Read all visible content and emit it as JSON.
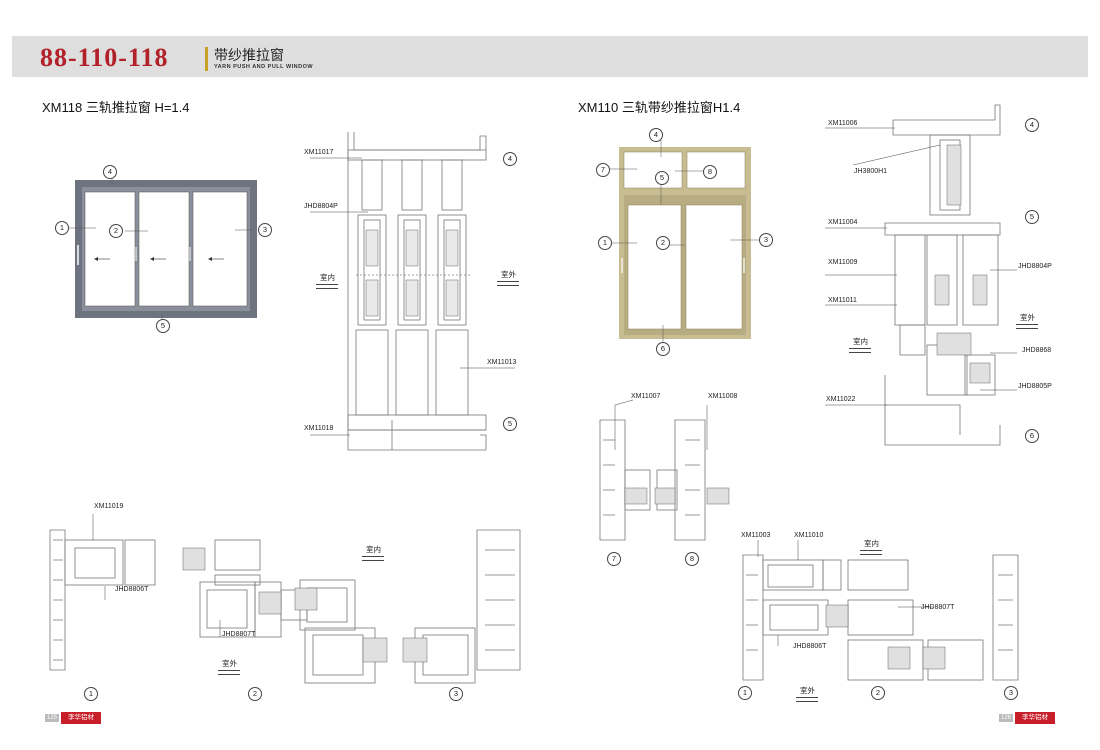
{
  "header": {
    "series": "88-110-118",
    "title_cn": "带纱推拉窗",
    "title_en": "YARN PUSH AND PULL WINDOW"
  },
  "left": {
    "title": "XM118 三轨推拉窗 H=1.4",
    "elevation_callouts": [
      "1",
      "2",
      "3",
      "4",
      "5"
    ],
    "section_labels": {
      "top": "XM11017",
      "glass": "JHD8804P",
      "mid": "XM11013",
      "bottom": "XM11018",
      "indoor": "室内",
      "outdoor": "室外",
      "callout_top": "4",
      "callout_bottom": "5"
    },
    "horizontal_labels": {
      "frame": "XM11019",
      "a": "JHD8806T",
      "b": "JHD8807T",
      "indoor": "室内",
      "outdoor": "室外",
      "c1": "1",
      "c2": "2",
      "c3": "3"
    }
  },
  "right": {
    "title": "XM110 三轨带纱推拉窗H1.4",
    "elevation_callouts": [
      "1",
      "2",
      "3",
      "4",
      "5",
      "6",
      "7",
      "8"
    ],
    "section_labels": {
      "l1": "XM11006",
      "l2": "JH3800H1",
      "l3": "XM11004",
      "l4": "XM11009",
      "l5": "XM11011",
      "l6": "XM11022",
      "r1": "JHD8804P",
      "r2": "JHD8868",
      "r3": "JHD8805P",
      "outdoor": "室外",
      "indoor": "室内",
      "c4": "4",
      "c5": "5",
      "c6": "6"
    },
    "transom_labels": {
      "a": "XM11007",
      "b": "XM11008",
      "c7": "7",
      "c8": "8"
    },
    "horizontal_labels": {
      "a": "XM11003",
      "b": "XM11010",
      "c": "JHD8807T",
      "d": "JHD8806T",
      "indoor": "室内",
      "outdoor": "室外",
      "c1": "1",
      "c2": "2",
      "c3": "3"
    }
  },
  "footer": {
    "page_left": "125",
    "page_right": "126",
    "brand": "李华铝材"
  },
  "colors": {
    "brand_red": "#b2202a",
    "frame_grey": "#6e7380",
    "frame_beige": "#c8bd92"
  }
}
